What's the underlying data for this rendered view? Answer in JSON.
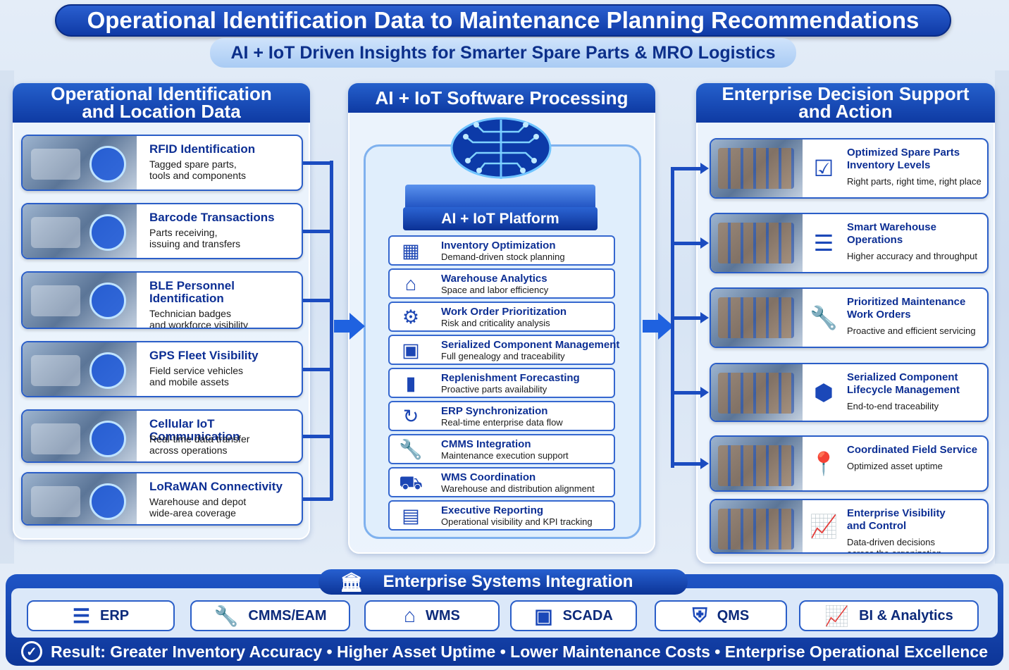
{
  "title": "Operational Identification Data to Maintenance Planning Recommendations",
  "subtitle": "AI + IoT Driven Insights for Smarter Spare Parts & MRO Logistics",
  "left_panel": {
    "heading": "Operational Identification\nand Location Data",
    "cards": [
      {
        "title": "RFID Identification",
        "desc": "Tagged spare parts,\ntools and components",
        "icon": "rfid-gear-icon"
      },
      {
        "title": "Barcode Transactions",
        "desc": "Parts receiving,\nissuing and transfers",
        "icon": "barcode-scanner-icon"
      },
      {
        "title": "BLE Personnel\nIdentification",
        "desc": "Technician badges\nand workforce visibility",
        "icon": "ble-badge-icon"
      },
      {
        "title": "GPS Fleet Visibility",
        "desc": "Field service vehicles\nand mobile assets",
        "icon": "gps-van-icon"
      },
      {
        "title": "Cellular IoT Communication",
        "desc": "Real-time data transfer\nacross operations",
        "icon": "cell-tower-icon"
      },
      {
        "title": "LoRaWAN Connectivity",
        "desc": "Warehouse and depot\nwide-area coverage",
        "icon": "lorawan-warehouse-icon"
      }
    ]
  },
  "center_panel": {
    "heading": "AI + IoT Software Processing",
    "platform_label": "AI + IoT Platform",
    "items": [
      {
        "title": "Inventory Optimization",
        "desc": "Demand-driven stock planning",
        "icon": "cubes-icon",
        "glyph": "▦"
      },
      {
        "title": "Warehouse Analytics",
        "desc": "Space and labor efficiency",
        "icon": "warehouse-icon",
        "glyph": "⌂"
      },
      {
        "title": "Work Order Prioritization",
        "desc": "Risk and criticality analysis",
        "icon": "gear-icon",
        "glyph": "⚙"
      },
      {
        "title": "Serialized Component Management",
        "desc": "Full genealogy and traceability",
        "icon": "chip-icon",
        "glyph": "▣"
      },
      {
        "title": "Replenishment Forecasting",
        "desc": "Proactive parts availability",
        "icon": "bar-chart-icon",
        "glyph": "▮"
      },
      {
        "title": "ERP Synchronization",
        "desc": "Real-time enterprise data flow",
        "icon": "sync-icon",
        "glyph": "↻"
      },
      {
        "title": "CMMS Integration",
        "desc": "Maintenance execution support",
        "icon": "wrench-icon",
        "glyph": "🔧"
      },
      {
        "title": "WMS Coordination",
        "desc": "Warehouse and distribution alignment",
        "icon": "truck-icon",
        "glyph": "⛟"
      },
      {
        "title": "Executive Reporting",
        "desc": "Operational visibility and KPI tracking",
        "icon": "dashboard-icon",
        "glyph": "▤"
      }
    ]
  },
  "right_panel": {
    "heading": "Enterprise Decision Support\nand Action",
    "cards": [
      {
        "title": "Optimized Spare Parts\nInventory Levels",
        "desc": "Right parts, right time, right place",
        "icon": "clipboard-check-icon",
        "glyph": "☑"
      },
      {
        "title": "Smart Warehouse\nOperations",
        "desc": "Higher accuracy and throughput",
        "icon": "clipboard-list-icon",
        "glyph": "☰"
      },
      {
        "title": "Prioritized Maintenance\nWork Orders",
        "desc": "Proactive and efficient servicing",
        "icon": "wrench-icon",
        "glyph": "🔧"
      },
      {
        "title": "Serialized Component\nLifecycle Management",
        "desc": "End-to-end traceability",
        "icon": "cube-icon",
        "glyph": "⬢"
      },
      {
        "title": "Coordinated Field Service",
        "desc": "Optimized asset uptime",
        "icon": "map-pin-icon",
        "glyph": "📍"
      },
      {
        "title": "Enterprise Visibility\nand Control",
        "desc": "Data-driven decisions\nacross the organization",
        "icon": "growth-chart-icon",
        "glyph": "📈"
      }
    ]
  },
  "integration": {
    "heading": "Enterprise Systems Integration",
    "systems": [
      {
        "label": "ERP",
        "icon": "server-icon",
        "glyph": "☰"
      },
      {
        "label": "CMMS/EAM",
        "icon": "wrench-icon",
        "glyph": "🔧"
      },
      {
        "label": "WMS",
        "icon": "warehouse-icon",
        "glyph": "⌂"
      },
      {
        "label": "SCADA",
        "icon": "monitor-icon",
        "glyph": "▣"
      },
      {
        "label": "QMS",
        "icon": "shield-gear-icon",
        "glyph": "⛨"
      },
      {
        "label": "BI & Analytics",
        "icon": "growth-chart-icon",
        "glyph": "📈"
      }
    ]
  },
  "result": "Result: Greater Inventory Accuracy • Higher Asset Uptime • Lower Maintenance Costs • Enterprise Operational Excellence",
  "colors": {
    "primary": "#0f3aa6",
    "accent": "#2a5ec8",
    "panel": "#ecf4fd"
  }
}
